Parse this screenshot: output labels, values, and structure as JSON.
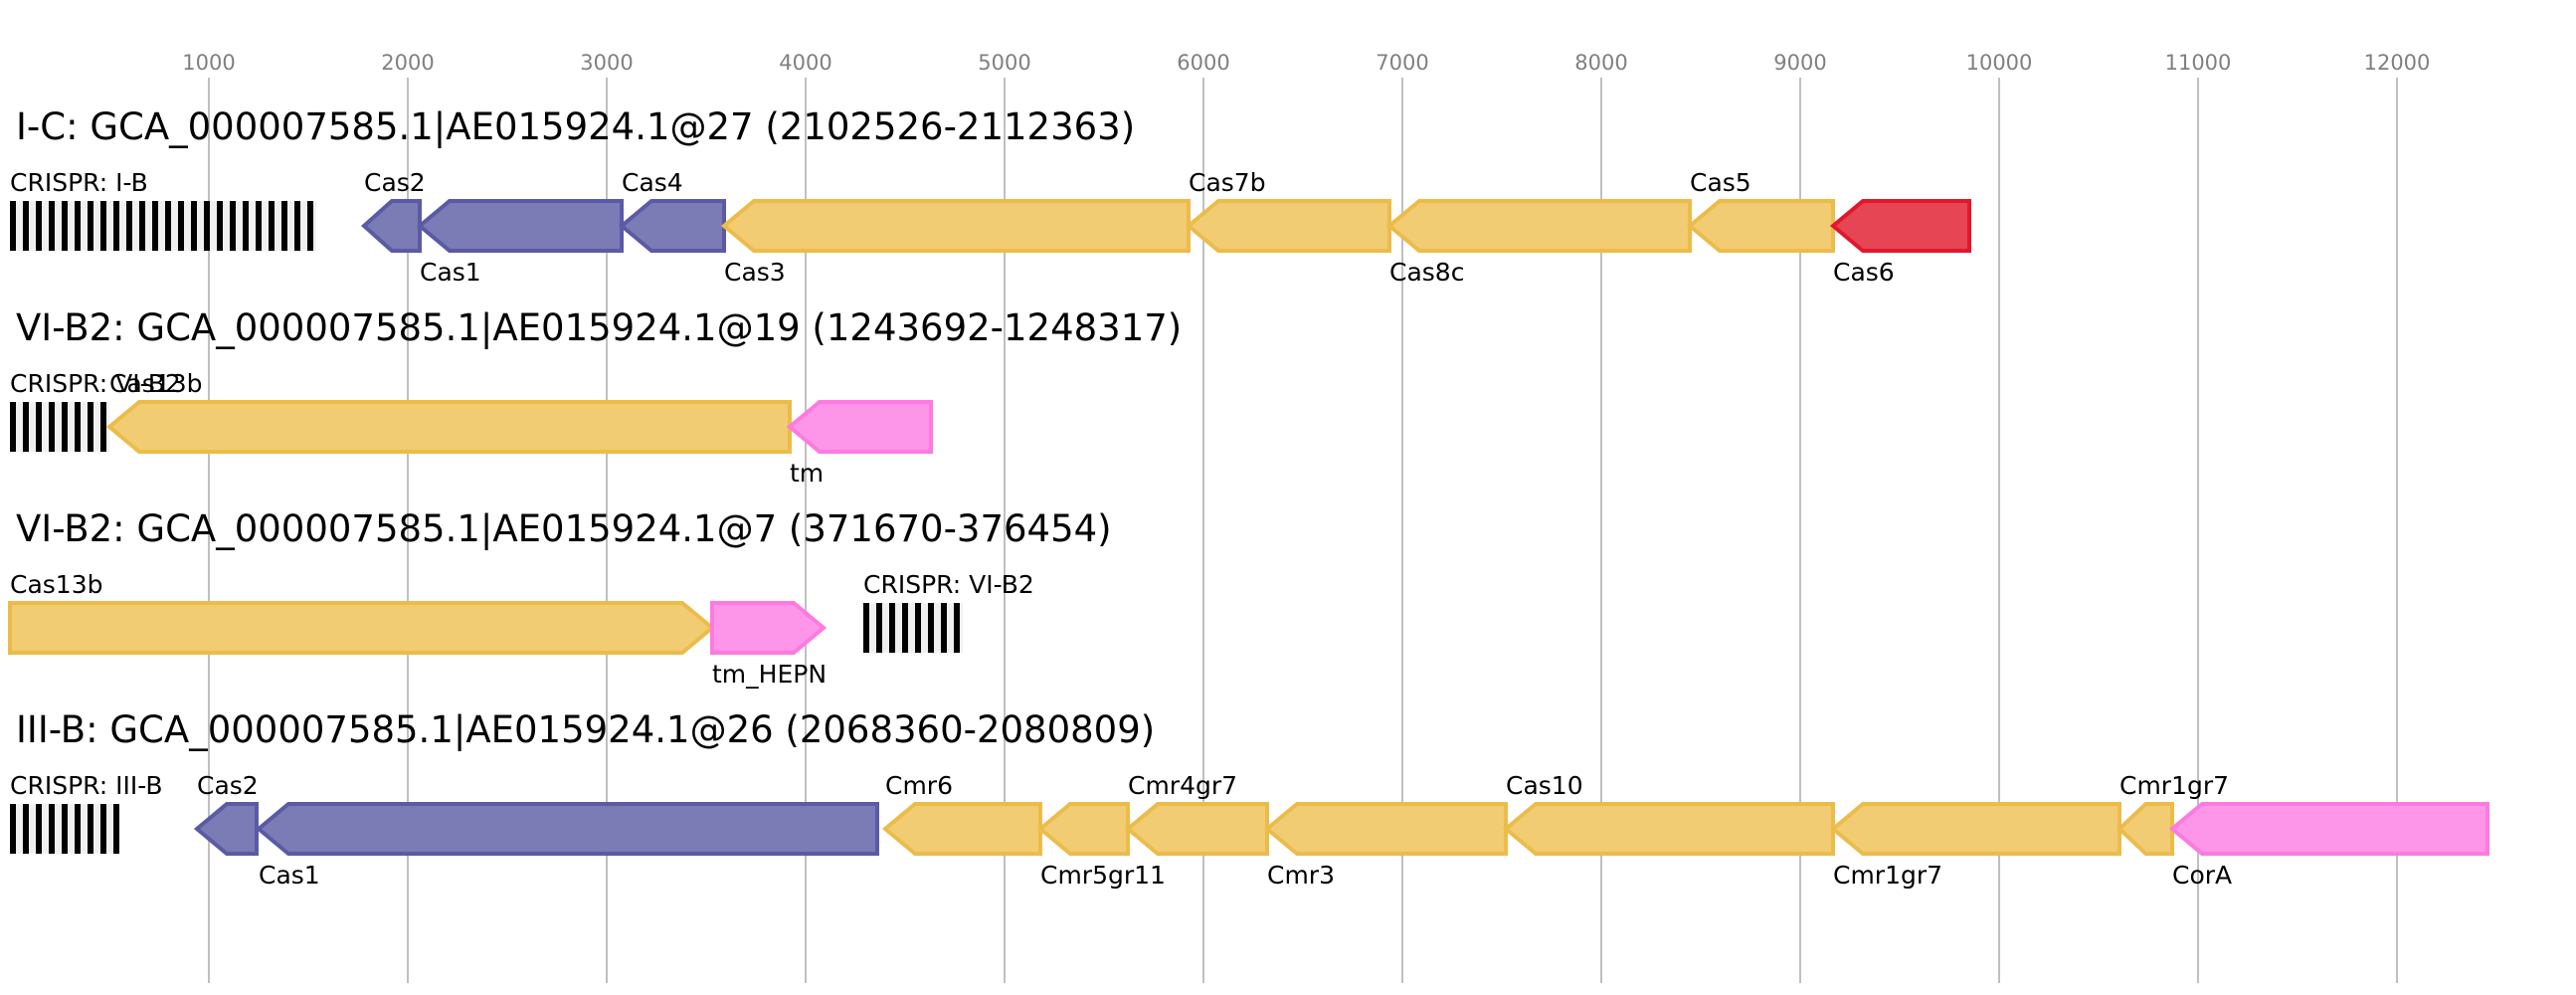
{
  "chart_data": {
    "type": "gene-map",
    "axis": {
      "ticks": [
        1000,
        2000,
        3000,
        4000,
        5000,
        6000,
        7000,
        8000,
        9000,
        10000,
        11000,
        12000
      ],
      "range": [
        0,
        12900
      ],
      "grid": true
    },
    "colors": {
      "yellow": {
        "fill": "#f1cc72",
        "stroke": "#ecbc4a"
      },
      "blue": {
        "fill": "#7b7bb5",
        "stroke": "#5a5aa6"
      },
      "red": {
        "fill": "#e64553",
        "stroke": "#e3172b"
      },
      "pink": {
        "fill": "#fd96e8",
        "stroke": "#fd7ae0"
      },
      "crispr": {
        "dark": "#000000",
        "light": "#f0f0f0"
      },
      "axis_text": "#808080",
      "grid": "#c0c0c0"
    },
    "loci": [
      {
        "title": "I-C: GCA_000007585.1|AE015924.1@27 (2102526-2112363)",
        "features": [
          {
            "name": "CRISPR: I-B",
            "type": "crispr",
            "start": 0,
            "end": 1540,
            "label_pos": "above"
          },
          {
            "name": "Cas2",
            "type": "gene",
            "start": 1780,
            "end": 2060,
            "strand": -1,
            "color": "blue",
            "label_pos": "above"
          },
          {
            "name": "Cas1",
            "type": "gene",
            "start": 2060,
            "end": 3075,
            "strand": -1,
            "color": "blue",
            "label_pos": "below"
          },
          {
            "name": "Cas4",
            "type": "gene",
            "start": 3075,
            "end": 3590,
            "strand": -1,
            "color": "blue",
            "label_pos": "above"
          },
          {
            "name": "Cas3",
            "type": "gene",
            "start": 3590,
            "end": 5925,
            "strand": -1,
            "color": "yellow",
            "label_pos": "below"
          },
          {
            "name": "Cas7b",
            "type": "gene",
            "start": 5925,
            "end": 6935,
            "strand": -1,
            "color": "yellow",
            "label_pos": "above"
          },
          {
            "name": "Cas8c",
            "type": "gene",
            "start": 6935,
            "end": 8445,
            "strand": -1,
            "color": "yellow",
            "label_pos": "below"
          },
          {
            "name": "Cas5",
            "type": "gene",
            "start": 8445,
            "end": 9165,
            "strand": -1,
            "color": "yellow",
            "label_pos": "above"
          },
          {
            "name": "Cas6",
            "type": "gene",
            "start": 9165,
            "end": 9850,
            "strand": -1,
            "color": "red",
            "label_pos": "below"
          }
        ]
      },
      {
        "title": "VI-B2: GCA_000007585.1|AE015924.1@19 (1243692-1248317)",
        "features": [
          {
            "name": "CRISPR: VI-B2",
            "type": "crispr",
            "start": 0,
            "end": 500,
            "label_pos": "above"
          },
          {
            "name": "Cas13b",
            "type": "gene",
            "start": 500,
            "end": 3920,
            "strand": -1,
            "color": "yellow",
            "label_pos": "above"
          },
          {
            "name": "tm",
            "type": "gene",
            "start": 3920,
            "end": 4630,
            "strand": -1,
            "color": "pink",
            "label_pos": "below"
          }
        ]
      },
      {
        "title": "VI-B2: GCA_000007585.1|AE015924.1@7 (371670-376454)",
        "features": [
          {
            "name": "Cas13b",
            "type": "gene",
            "start": 0,
            "end": 3530,
            "strand": 1,
            "color": "yellow",
            "label_pos": "above"
          },
          {
            "name": "tm_HEPN",
            "type": "gene",
            "start": 3530,
            "end": 4090,
            "strand": 1,
            "color": "pink",
            "label_pos": "below"
          },
          {
            "name": "CRISPR: VI-B2",
            "type": "crispr",
            "start": 4290,
            "end": 4790,
            "label_pos": "above"
          }
        ]
      },
      {
        "title": "III-B: GCA_000007585.1|AE015924.1@26 (2068360-2080809)",
        "features": [
          {
            "name": "CRISPR: III-B",
            "type": "crispr",
            "start": 0,
            "end": 550,
            "label_pos": "above"
          },
          {
            "name": "Cas2",
            "type": "gene",
            "start": 940,
            "end": 1240,
            "strand": -1,
            "color": "blue",
            "label_pos": "above"
          },
          {
            "name": "Cas1",
            "type": "gene",
            "start": 1250,
            "end": 4360,
            "strand": -1,
            "color": "blue",
            "label_pos": "below"
          },
          {
            "name": "Cmr6",
            "type": "gene",
            "start": 4400,
            "end": 5180,
            "strand": -1,
            "color": "yellow",
            "label_pos": "above"
          },
          {
            "name": "Cmr5gr11",
            "type": "gene",
            "start": 5180,
            "end": 5620,
            "strand": -1,
            "color": "yellow",
            "label_pos": "below"
          },
          {
            "name": "Cmr4gr7",
            "type": "gene",
            "start": 5620,
            "end": 6320,
            "strand": -1,
            "color": "yellow",
            "label_pos": "above"
          },
          {
            "name": "Cmr3",
            "type": "gene",
            "start": 6320,
            "end": 7520,
            "strand": -1,
            "color": "yellow",
            "label_pos": "below"
          },
          {
            "name": "Cas10",
            "type": "gene",
            "start": 7520,
            "end": 9165,
            "strand": -1,
            "color": "yellow",
            "label_pos": "above"
          },
          {
            "name": "Cmr1gr7",
            "type": "gene",
            "start": 9165,
            "end": 10605,
            "strand": -1,
            "color": "yellow",
            "label_pos": "below"
          },
          {
            "name": "Cmr1gr7",
            "type": "gene",
            "start": 10605,
            "end": 10870,
            "strand": -1,
            "color": "yellow",
            "label_pos": "above"
          },
          {
            "name": "CorA",
            "type": "gene",
            "start": 10870,
            "end": 12455,
            "strand": -1,
            "color": "pink",
            "label_pos": "below"
          }
        ]
      }
    ]
  }
}
